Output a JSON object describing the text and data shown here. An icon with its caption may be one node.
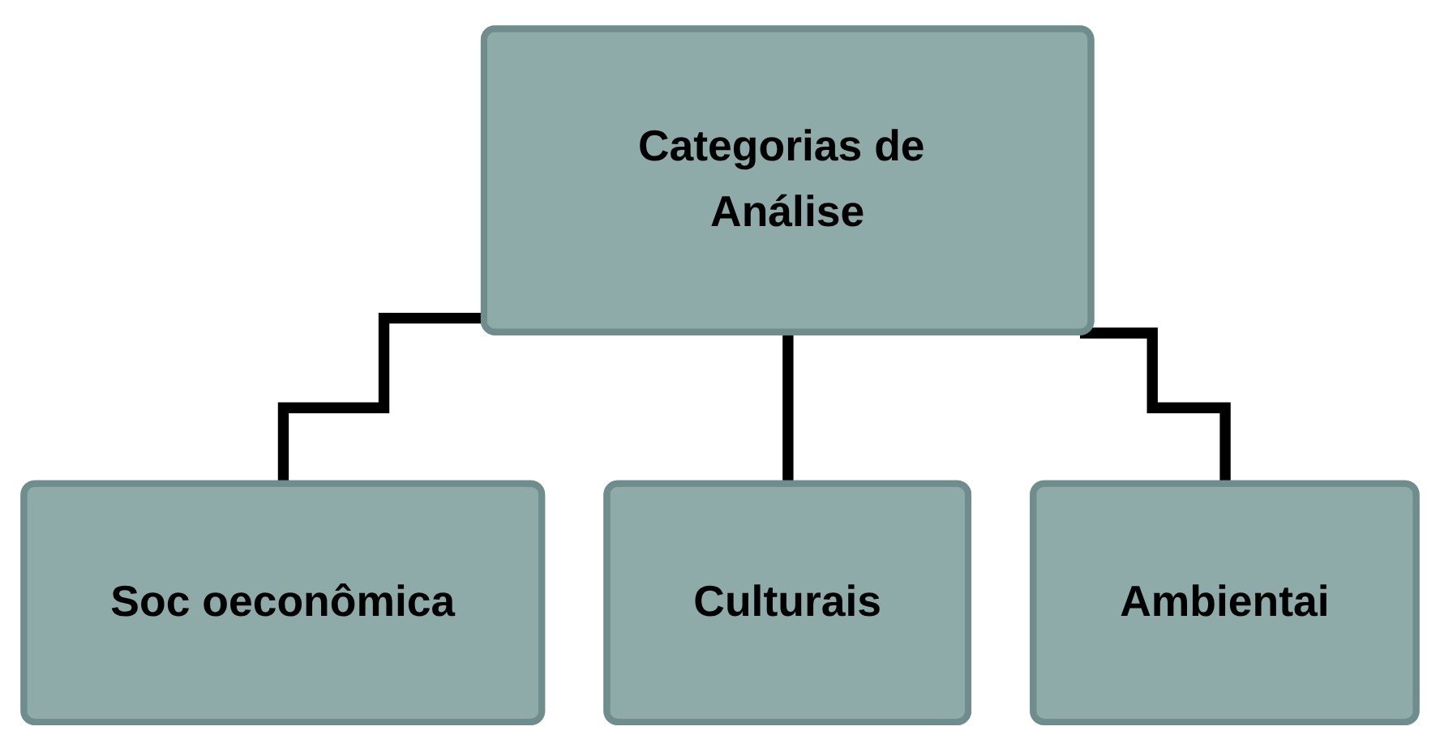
{
  "diagram": {
    "nodes": [
      {
        "text": [
          "Categorias de Análise"
        ]
      },
      {
        "text": [
          "Soc oeconômica"
        ]
      },
      {
        "text": [
          "Culturais"
        ]
      },
      {
        "text": [
          "Ambientai"
        ]
      }
    ],
    "edges": [
      {
        "from": 0,
        "to": 1,
        "arrow": "none"
      },
      {
        "from": 0,
        "to": 2,
        "arrow": "none"
      },
      {
        "from": 0,
        "to": 3,
        "arrow": "none"
      }
    ]
  }
}
